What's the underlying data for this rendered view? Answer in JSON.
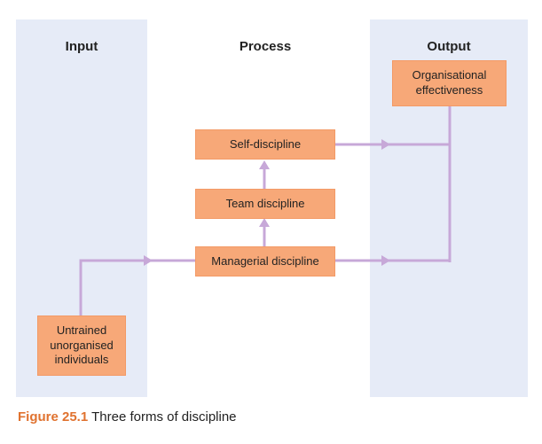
{
  "columns": {
    "input": "Input",
    "process": "Process",
    "output": "Output"
  },
  "boxes": {
    "untrained": "Untrained\nunorganised\nindividuals",
    "managerial": "Managerial discipline",
    "team": "Team discipline",
    "self": "Self-discipline",
    "effectiveness": "Organisational\neffectiveness"
  },
  "caption": {
    "figure_number": "Figure 25.1",
    "title": "Three forms of discipline"
  },
  "colors": {
    "panel": "#e6ebf7",
    "box": "#f7a878",
    "arrow": "#c7a8d8",
    "caption_accent": "#e0722f"
  }
}
